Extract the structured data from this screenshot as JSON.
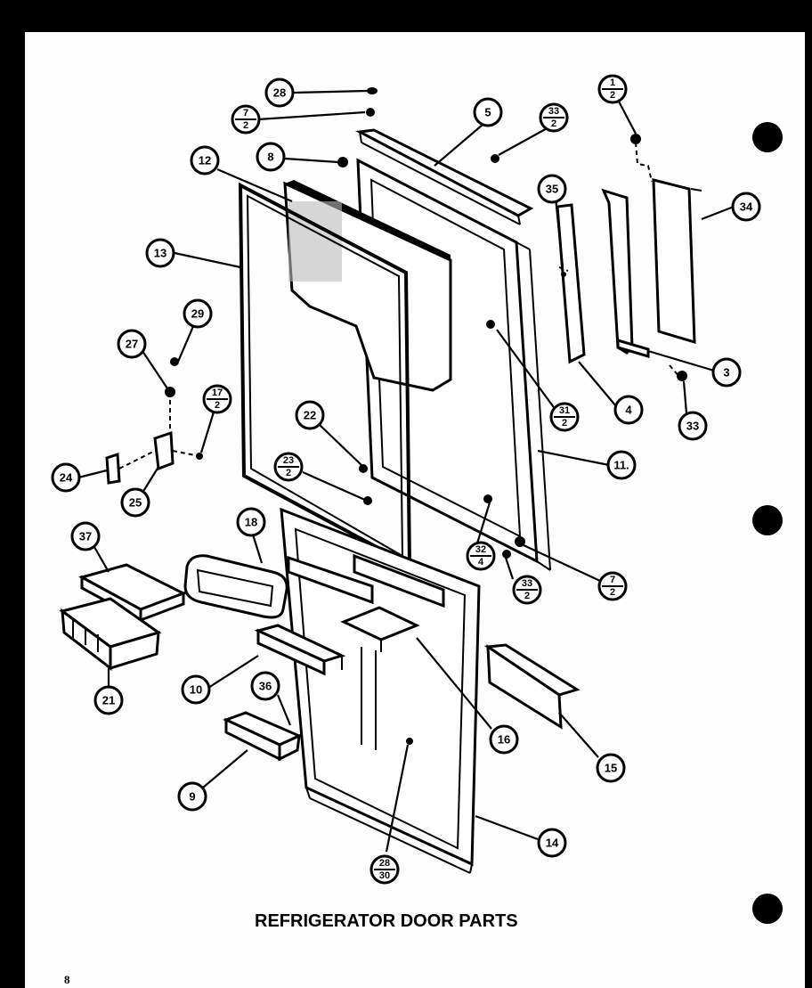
{
  "title": "REFRIGERATOR DOOR PARTS",
  "page_number": "8",
  "callouts": [
    {
      "id": "c28a",
      "top": "28"
    },
    {
      "id": "c7-2a",
      "top": "7",
      "bottom": "2"
    },
    {
      "id": "c8",
      "top": "8"
    },
    {
      "id": "c12",
      "top": "12"
    },
    {
      "id": "c5",
      "top": "5"
    },
    {
      "id": "c33-2a",
      "top": "33",
      "bottom": "2"
    },
    {
      "id": "c1-2",
      "top": "1",
      "bottom": "2"
    },
    {
      "id": "c35",
      "top": "35"
    },
    {
      "id": "c34",
      "top": "34"
    },
    {
      "id": "c13",
      "top": "13"
    },
    {
      "id": "c29",
      "top": "29"
    },
    {
      "id": "c27",
      "top": "27"
    },
    {
      "id": "c17-2",
      "top": "17",
      "bottom": "2"
    },
    {
      "id": "c31-2",
      "top": "31",
      "bottom": "2"
    },
    {
      "id": "c3",
      "top": "3"
    },
    {
      "id": "c4",
      "top": "4"
    },
    {
      "id": "c33",
      "top": "33"
    },
    {
      "id": "c22",
      "top": "22"
    },
    {
      "id": "c11",
      "top": "11."
    },
    {
      "id": "c23-2",
      "top": "23",
      "bottom": "2"
    },
    {
      "id": "c24",
      "top": "24"
    },
    {
      "id": "c25",
      "top": "25"
    },
    {
      "id": "c18a",
      "top": "18"
    },
    {
      "id": "c37",
      "top": "37"
    },
    {
      "id": "c32-4",
      "top": "32",
      "bottom": "4"
    },
    {
      "id": "c33-2b",
      "top": "33",
      "bottom": "2"
    },
    {
      "id": "c7-2b",
      "top": "7",
      "bottom": "2"
    },
    {
      "id": "c21",
      "top": "21"
    },
    {
      "id": "c10",
      "top": "10"
    },
    {
      "id": "c36",
      "top": "36"
    },
    {
      "id": "c16",
      "top": "16"
    },
    {
      "id": "c15",
      "top": "15"
    },
    {
      "id": "c9",
      "top": "9"
    },
    {
      "id": "c14",
      "top": "14"
    },
    {
      "id": "c28-30",
      "top": "28",
      "bottom": "30"
    }
  ]
}
